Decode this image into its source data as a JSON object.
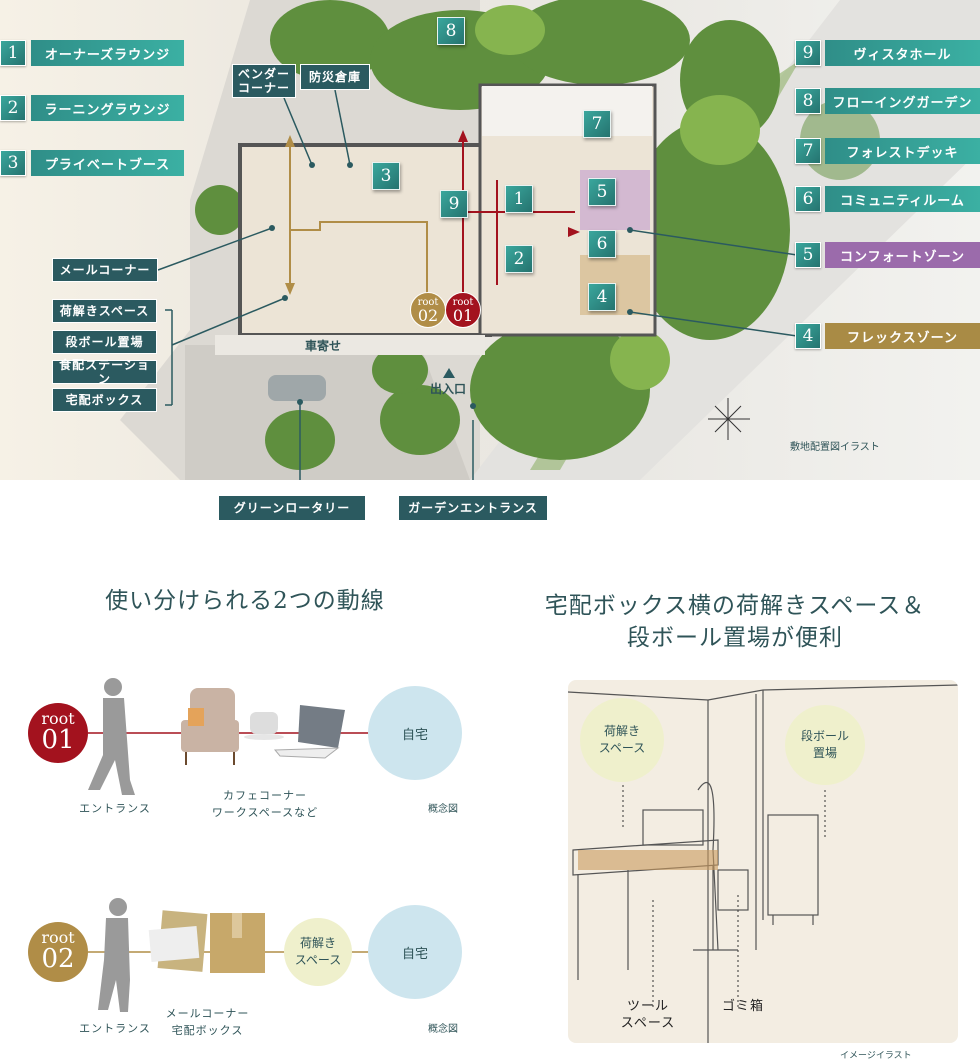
{
  "colors": {
    "teal": "#2f8e88",
    "dark_label": "#2b5a60",
    "purple": "#9b6bab",
    "gold": "#a98b45",
    "root01": "#a3121e",
    "root02": "#b08d47",
    "home": "#cde5ee",
    "unpack": "#eff0cc"
  },
  "site_plan": {
    "legend_left": [
      {
        "num": "1",
        "label": "オーナーズラウンジ"
      },
      {
        "num": "2",
        "label": "ラーニングラウンジ"
      },
      {
        "num": "3",
        "label": "プライベートブース"
      }
    ],
    "legend_right": [
      {
        "num": "9",
        "label": "ヴィスタホール"
      },
      {
        "num": "8",
        "label": "フローイングガーデン"
      },
      {
        "num": "7",
        "label": "フォレストデッキ"
      },
      {
        "num": "6",
        "label": "コミュニティルーム"
      },
      {
        "num": "5",
        "label": "コンフォートゾーン"
      },
      {
        "num": "4",
        "label": "フレックスゾーン"
      }
    ],
    "callouts": {
      "vendor": "ベンダー\nコーナー",
      "storage": "防災倉庫",
      "mail": "メールコーナー",
      "unpack": "荷解きスペース",
      "cardboard": "段ボール置場",
      "food": "食配ステーション",
      "delivery": "宅配ボックス",
      "rotary": "グリーンロータリー",
      "garden_entrance": "ガーデンエントランス"
    },
    "markers": [
      "8",
      "3",
      "9",
      "1",
      "2",
      "7",
      "5",
      "6",
      "4"
    ],
    "root01": {
      "word": "root",
      "num": "01"
    },
    "root02": {
      "word": "root",
      "num": "02"
    },
    "porch": "車寄せ",
    "entrance": "出入口",
    "caption": "敷地配置図イラスト"
  },
  "routes": {
    "title": "使い分けられる2つの動線",
    "root01": {
      "word": "root",
      "num": "01",
      "entrance": "エントランス",
      "middle": "カフェコーナー\nワークスペースなど",
      "home": "自宅",
      "note": "概念図"
    },
    "root02": {
      "word": "root",
      "num": "02",
      "entrance": "エントランス",
      "middle": "メールコーナー\n宅配ボックス",
      "unpack": "荷解き\nスペース",
      "home": "自宅",
      "note": "概念図"
    }
  },
  "delivery": {
    "title_line1": "宅配ボックス横の荷解きスペース＆",
    "title_line2": "段ボール置場が便利",
    "unpack": "荷解き\nスペース",
    "cardboard": "段ボール\n置場",
    "tool": "ツール\nスペース",
    "trash": "ゴミ箱",
    "caption": "イメージイラスト"
  }
}
